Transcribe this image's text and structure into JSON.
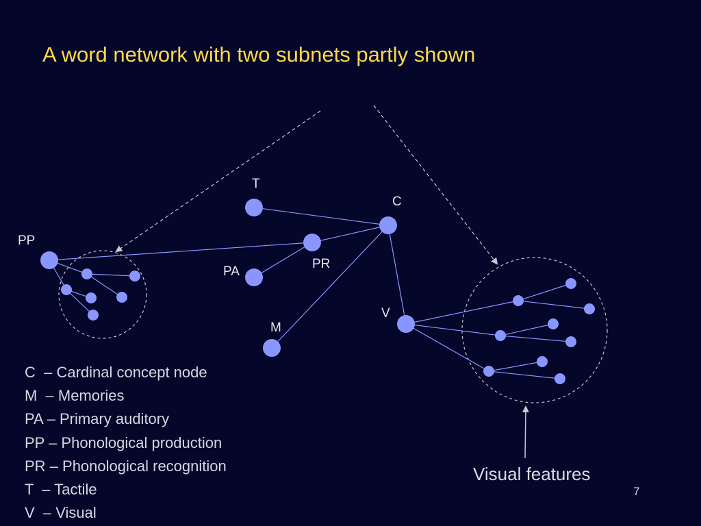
{
  "slide": {
    "title": "A word network with two subnets partly shown",
    "page_number": "7"
  },
  "colors": {
    "background": "#04062a",
    "title": "#ffd84a",
    "node": "#8a96ff",
    "edge": "#8a96ff",
    "dashed": "#c8c8d2",
    "text": "#d6d6e2"
  },
  "node_labels": {
    "T": "T",
    "C": "C",
    "PP": "PP",
    "PR": "PR",
    "PA": "PA",
    "V": "V",
    "M": "M"
  },
  "legend": [
    "C  – Cardinal concept node",
    "M  – Memories",
    "PA – Primary auditory",
    "PP – Phonological production",
    "PR – Phonological recognition",
    "T  – Tactile",
    "V  – Visual"
  ],
  "callout": {
    "visual_features": "Visual features"
  }
}
